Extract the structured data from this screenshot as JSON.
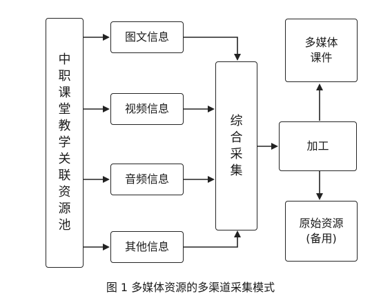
{
  "diagram": {
    "source": "中职课堂教学关联资源池",
    "info_types": [
      "图文信息",
      "视频信息",
      "音频信息",
      "其他信息"
    ],
    "collect": "综合采集",
    "process": "加工",
    "output_courseware": "多媒体\n课件",
    "output_raw": "原始资源\n(备用)"
  },
  "caption": "图 1 多媒体资源的多渠道采集模式"
}
